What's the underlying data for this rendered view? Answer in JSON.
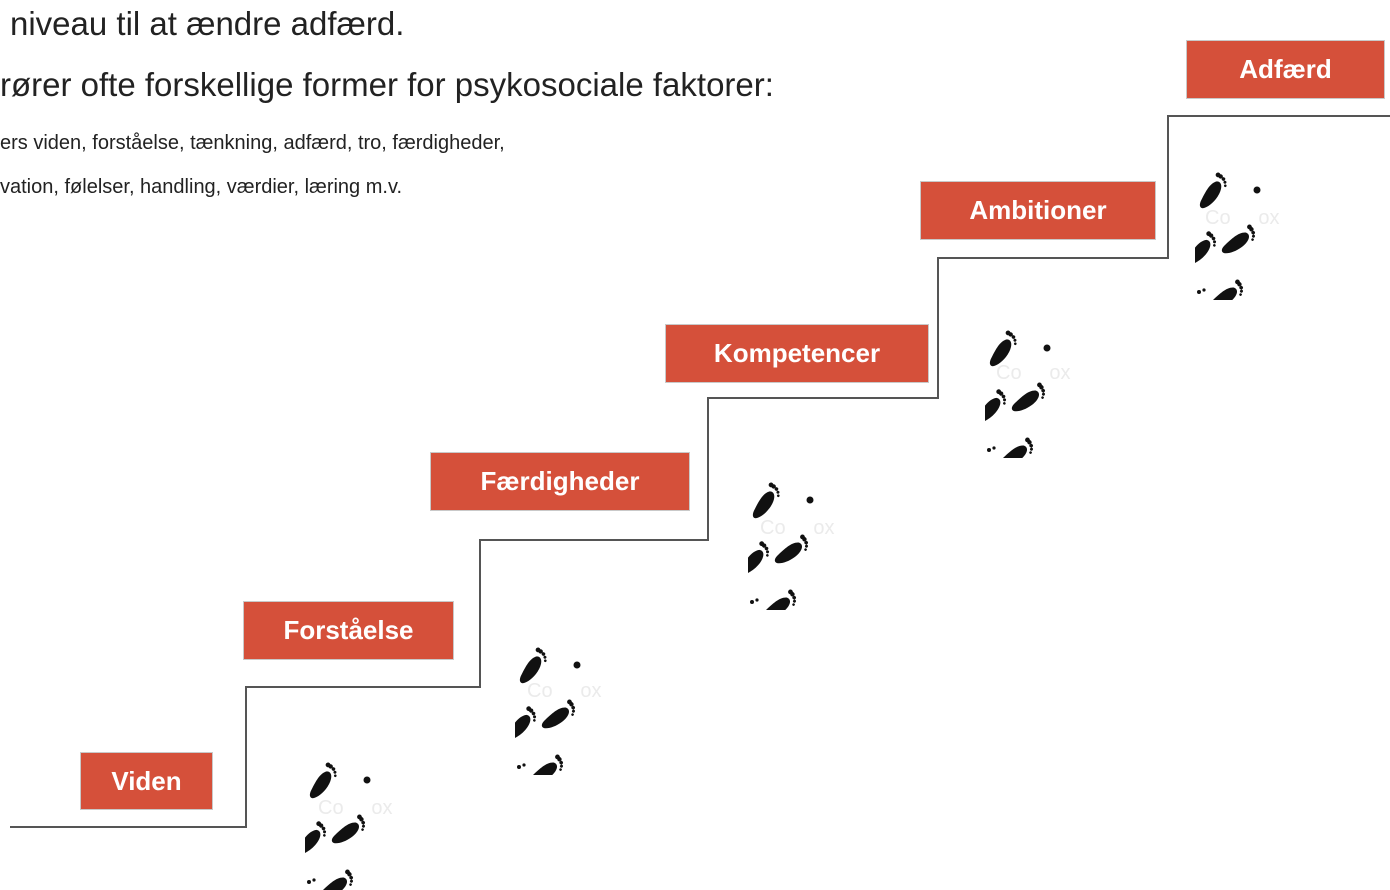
{
  "heading": {
    "line1": "niveau til at ændre adfærd.",
    "line2": "rører ofte forskellige former for psykosociale faktorer:"
  },
  "subtext": {
    "line1": "ers viden, forståelse, tænkning, adfærd, tro, færdigheder,",
    "line2": "vation, følelser, handling, værdier, læring m.v."
  },
  "steps": [
    {
      "label": "Viden"
    },
    {
      "label": "Forståelse"
    },
    {
      "label": "Færdigheder"
    },
    {
      "label": "Kompetencer"
    },
    {
      "label": "Ambitioner"
    },
    {
      "label": "Adfærd"
    }
  ],
  "footprint_icon": "footprints-icon",
  "colors": {
    "label_bg": "#d5503a",
    "label_text": "#ffffff",
    "stair_line": "#555555",
    "footprint": "#111111"
  }
}
